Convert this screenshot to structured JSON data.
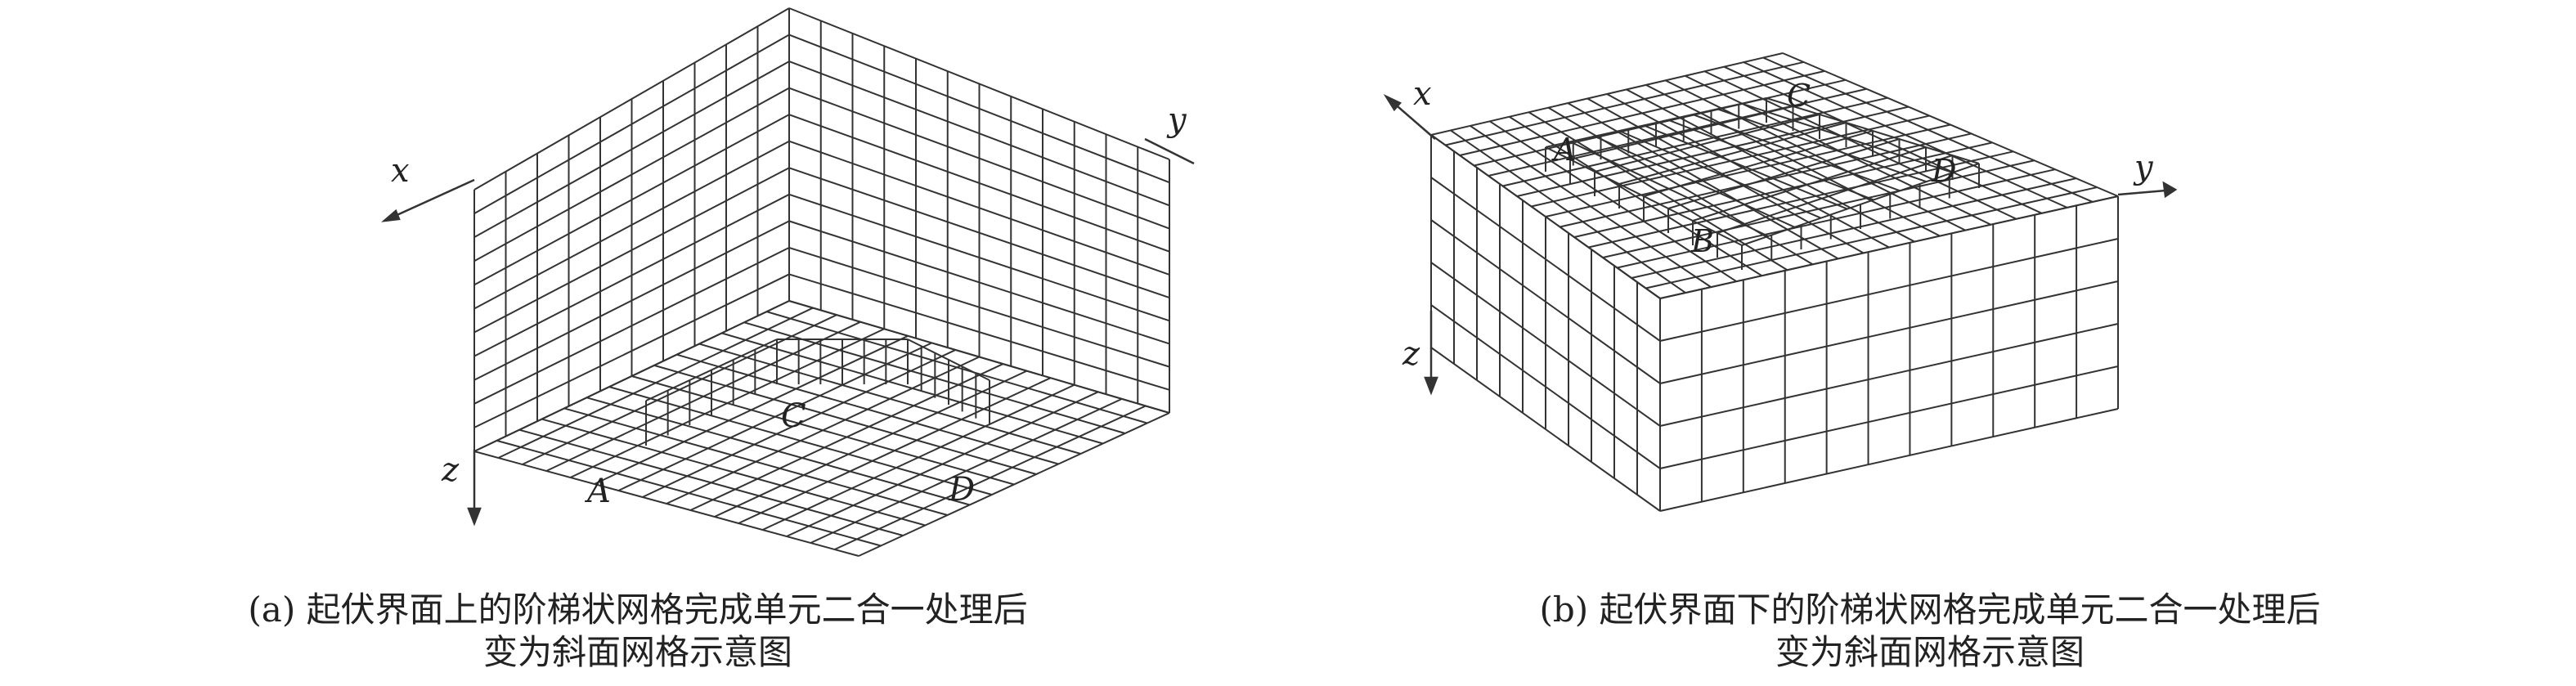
{
  "panel_a": {
    "axes": {
      "x": "x",
      "y": "y",
      "z": "z"
    },
    "points": {
      "A": "A",
      "C": "C",
      "D": "D"
    },
    "caption_line1": "(a) 起伏界面上的阶梯状网格完成单元二合一处理后",
    "caption_line2": "变为斜面网格示意图"
  },
  "panel_b": {
    "axes": {
      "x": "x",
      "y": "y",
      "z": "z"
    },
    "points": {
      "A": "A",
      "B": "B",
      "C": "C",
      "D": "D"
    },
    "caption_line1": "(b) 起伏界面下的阶梯状网格完成单元二合一处理后",
    "caption_line2": "变为斜面网格示意图"
  },
  "colors": {
    "line": "#333333",
    "text": "#222222",
    "background": "#ffffff"
  }
}
